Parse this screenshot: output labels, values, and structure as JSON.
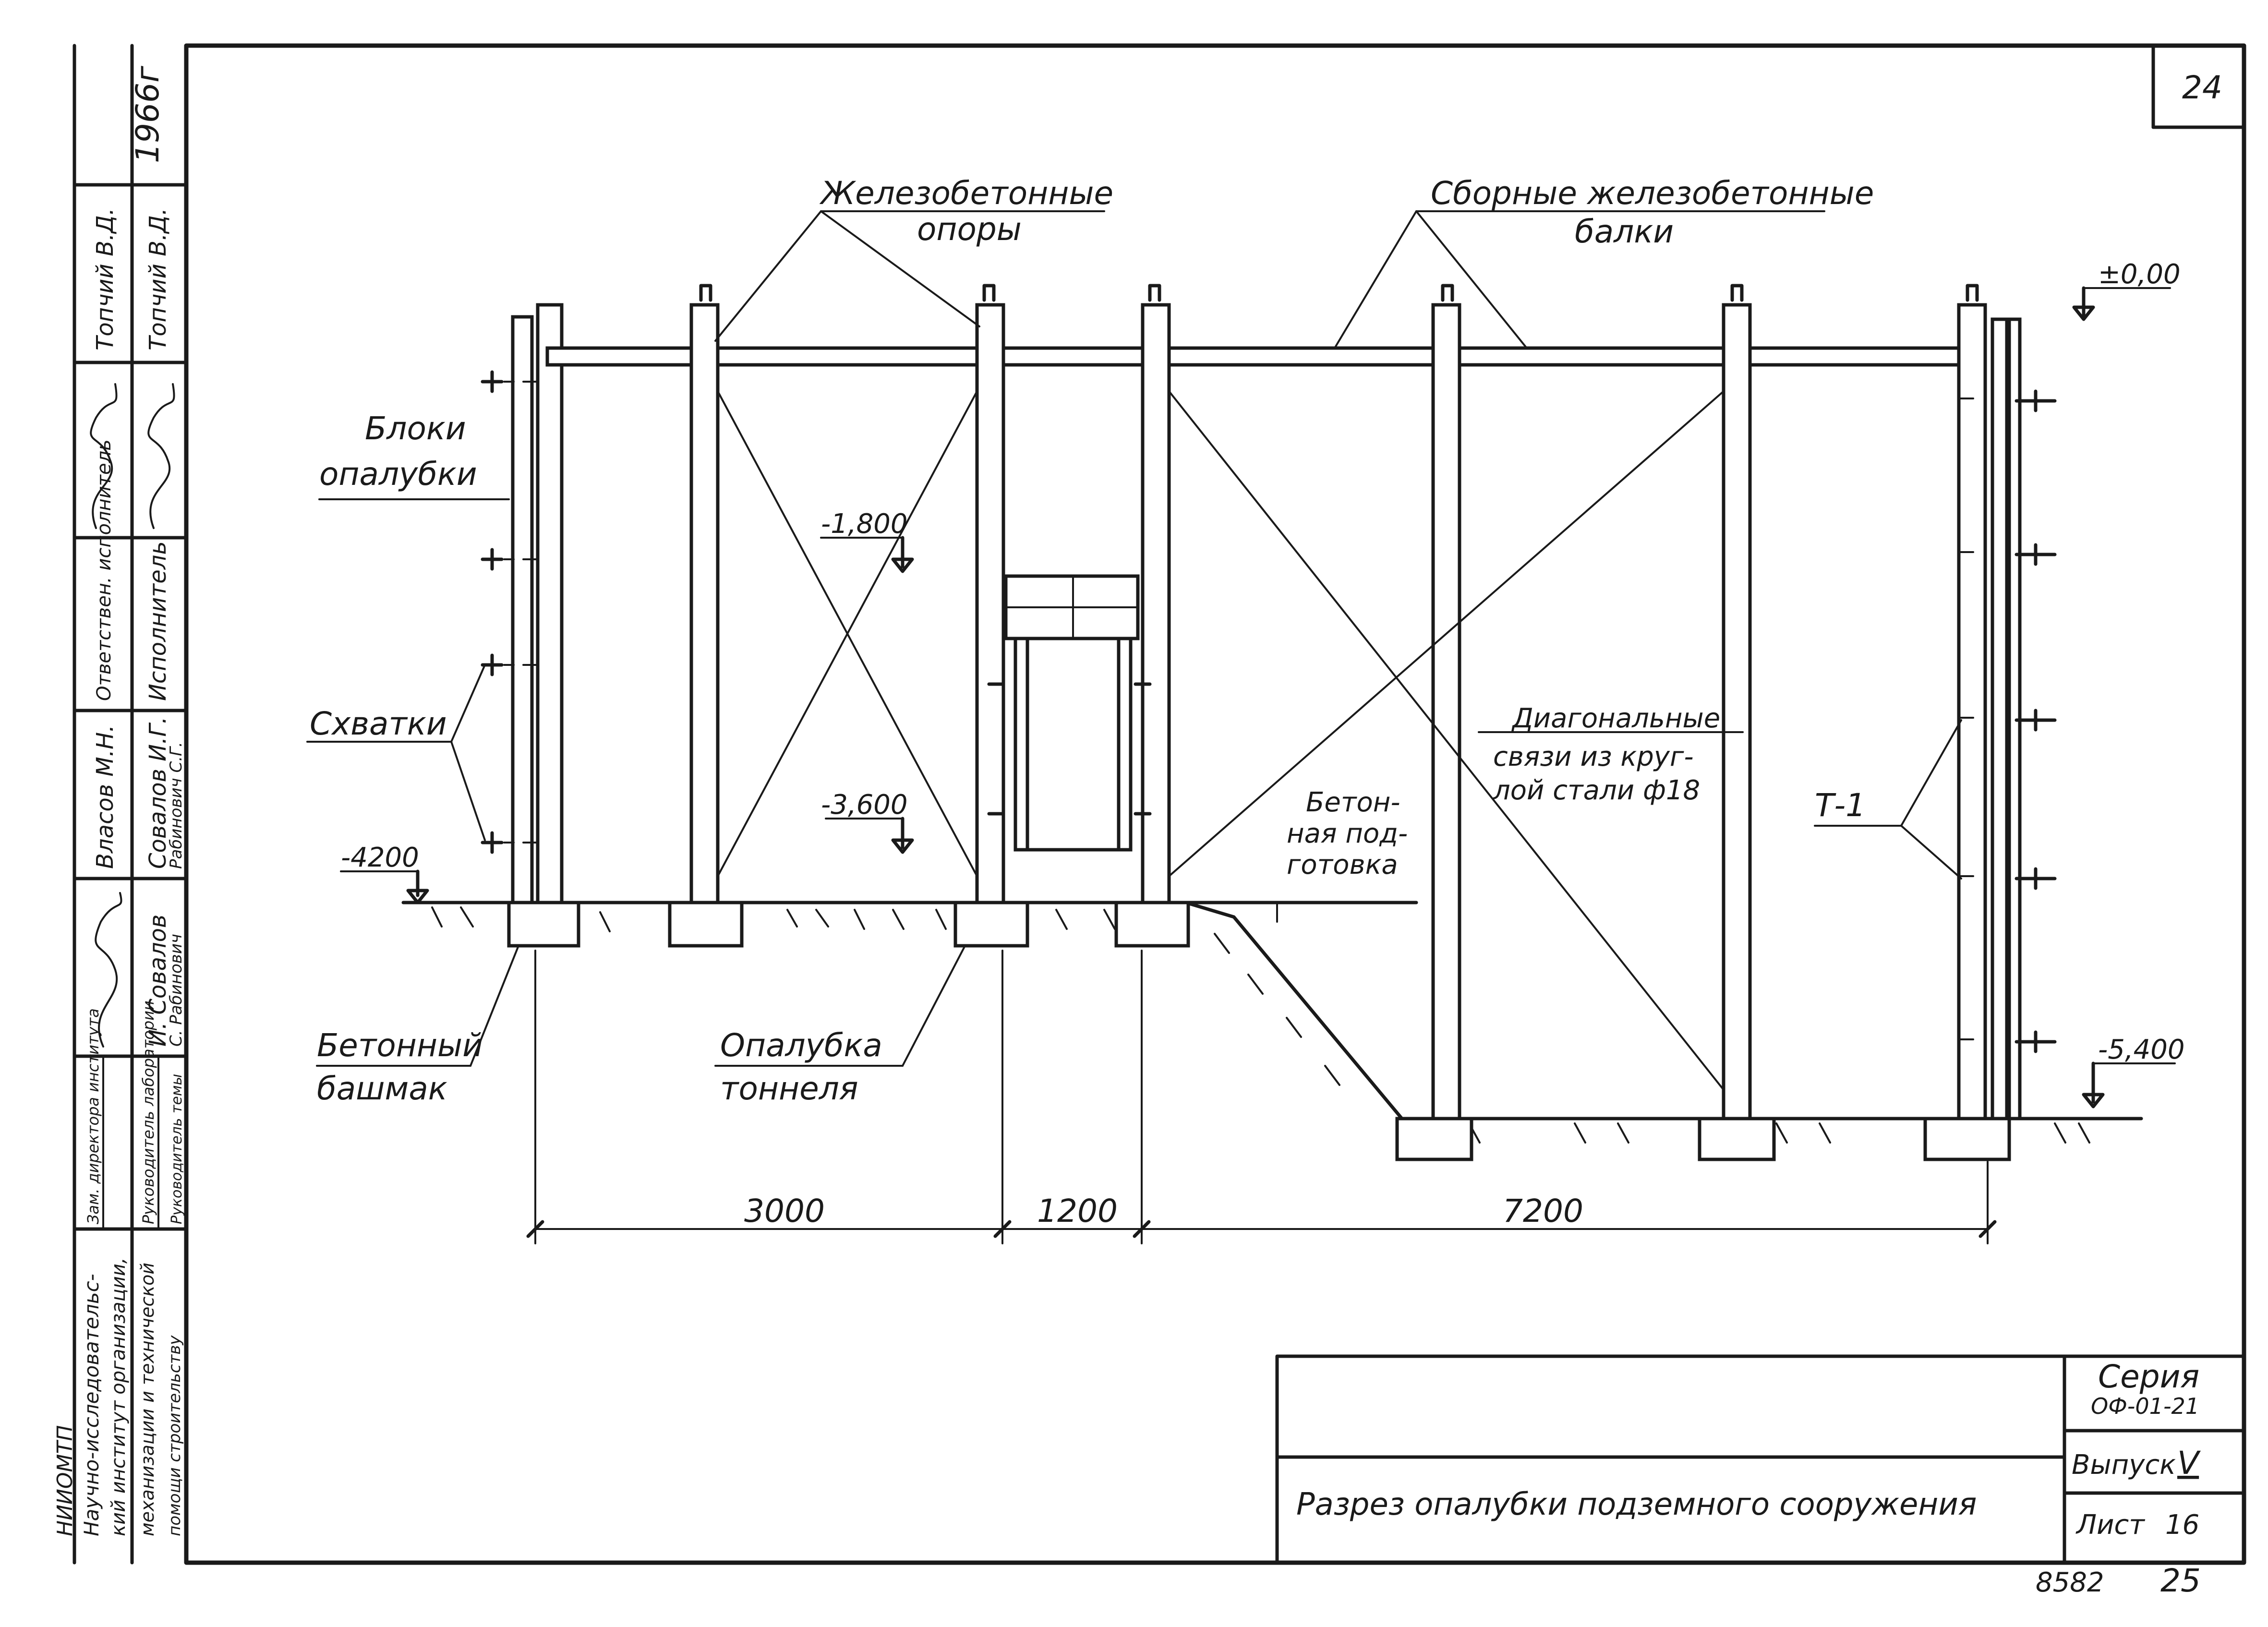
{
  "sheet_number": "24",
  "labels": {
    "supports_line1": "Железобетонные",
    "supports_line2": "опоры",
    "beams_line1": "Сборные железобетонные",
    "beams_line2": "балки",
    "formwork_blocks_line1": "Блоки",
    "formwork_blocks_line2": "опалубки",
    "clamps": "Схватки",
    "concrete_shoe_line1": "Бетонный",
    "concrete_shoe_line2": "башмак",
    "tunnel_formwork_line1": "Опалубка",
    "tunnel_formwork_line2": "тоннеля",
    "diagonal_line1": "Диагональные",
    "diagonal_line2": "связи из круг-",
    "diagonal_line3": "лой стали ф18",
    "concrete_prep_line1": "Бетон-",
    "concrete_prep_line2": "ная под-",
    "concrete_prep_line3": "готовка",
    "t1": "Т-1"
  },
  "levels": {
    "top": "±0,00",
    "l1800": "-1,800",
    "l3600": "-3,600",
    "l4200": "-4200",
    "l5400": "-5,400"
  },
  "dimensions": {
    "d1": "3000",
    "d2": "1200",
    "d3": "7200"
  },
  "title_block": {
    "title": "Разрез опалубки подземного сооружения",
    "series_label": "Серия",
    "series_value": "ОФ-01-21",
    "issue_label": "Выпуск",
    "issue_value": "V",
    "sheet_label": "Лист",
    "sheet_value": "16",
    "bottom_number": "8582",
    "bottom_page": "25"
  },
  "side_stamp": {
    "year": "1966г",
    "org_1": "НИИОМТП",
    "org_2": "Научно-исследовательс-",
    "org_3": "кий институт организации,",
    "org_4": "механизации и технической",
    "org_5": "помощи строительству",
    "role_1": "Зам. директора института",
    "role_2": "Руководитель лаборатории",
    "role_3": "Руководитель темы",
    "name_1": "Власов М.Н.",
    "name_2": "Совалов И.Г.",
    "name_3": "Рабинович С.Г.",
    "sig_2": "И. Совалов",
    "sig_3": "С. Рабинович",
    "role_4": "Ответствен. исполнитель",
    "role_5": "Исполнитель",
    "name_4": "Топчий В.Д.",
    "name_5": "Топчий В.Д."
  }
}
